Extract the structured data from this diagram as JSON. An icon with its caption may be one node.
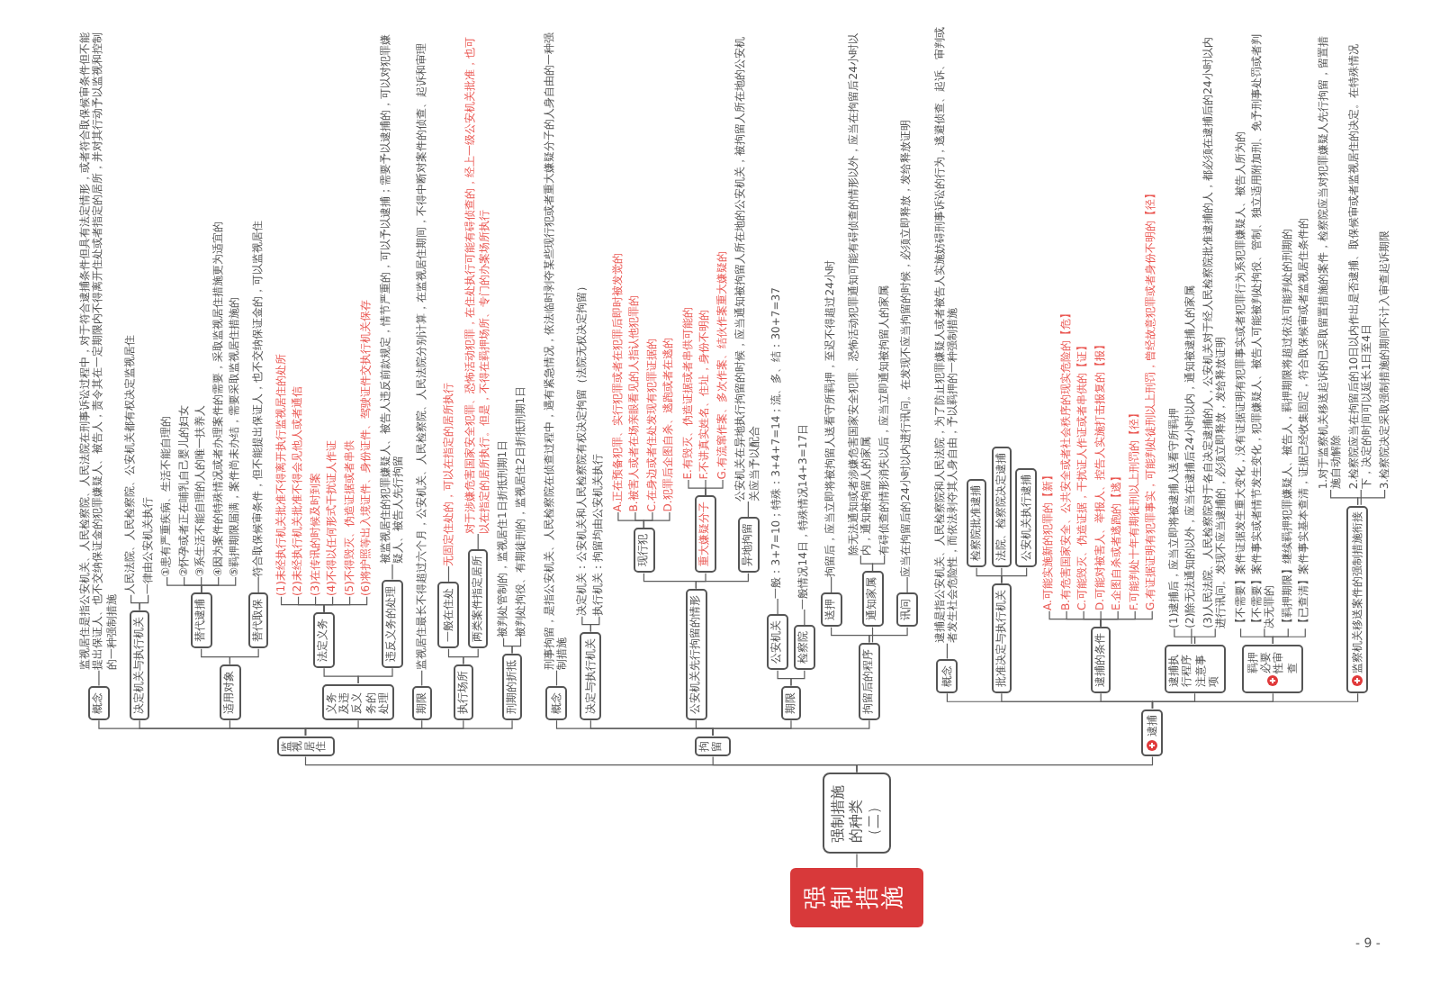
{
  "diagram": {
    "nodes": [
      {
        "text": [
          "强制措施"
        ]
      },
      {
        "text": [
          "强制措施的种类（二）"
        ]
      },
      {
        "text": [
          "监视居住"
        ]
      },
      {
        "text": [
          "概念"
        ]
      },
      {
        "text": [
          "监视居住是指公安机关、人民检察院、人民法院在刑事诉讼过程中，对于符合逮捕条件但具有法定情形，或者符合取保候审条件但不能提出保证人、也不交纳保证金的犯罪嫌疑人、被告人，责令其在一定期限内不得离开住处或者指定的居所，并对其行动予以监视和控制的一种强制措施"
        ]
      },
      {
        "text": [
          "决定机关与执行机关"
        ]
      },
      {
        "text": [
          "人民法院、人民检察院、公安机关都有权决定监视居住"
        ]
      },
      {
        "text": [
          "一律由公安机关执行"
        ]
      },
      {
        "text": [
          "适用对象"
        ]
      },
      {
        "text": [
          "替代逮捕"
        ]
      },
      {
        "text": [
          "①患有严重疾病、生活不能自理的"
        ]
      },
      {
        "text": [
          "②怀孕或者正在哺乳自己婴儿的妇女"
        ]
      },
      {
        "text": [
          "③系生活不能自理的人的唯一扶养人"
        ]
      },
      {
        "text": [
          "④因为案件的特殊情况或者办理案件的需要，采取监视居住措施更为适宜的"
        ]
      },
      {
        "text": [
          "⑤羁押期限届满，案件尚未办结，需要采取监视居住措施的"
        ]
      },
      {
        "text": [
          "替代取保"
        ]
      },
      {
        "text": [
          "符合取保候审条件，但不能提出保证人，也不交纳保证金的，可以监视居住"
        ]
      },
      {
        "text": [
          "义务及违反义务的处理"
        ]
      },
      {
        "text": [
          "法定义务"
        ]
      },
      {
        "text": [
          "(1)未经执行机关批准不得离开执行监视居住的处所"
        ]
      },
      {
        "text": [
          "(2)未经执行机关批准不得会见他人或者通信"
        ]
      },
      {
        "text": [
          "(3)在传讯的时候及时到案"
        ]
      },
      {
        "text": [
          "(4)不得以任何形式干扰证人作证"
        ]
      },
      {
        "text": [
          "(5)不得毁灭、伪造证据或者串供"
        ]
      },
      {
        "text": [
          "(6)将护照等出入境证件、身份证件、驾驶证件交执行机关保存"
        ]
      },
      {
        "text": [
          "违反义务的处理"
        ]
      },
      {
        "text": [
          "被监视居住的犯罪嫌疑人、被告人违反前款规定，情节严重的，可以予以逮捕；需要予以逮捕的，可以对犯罪嫌疑人、被告人先行拘留"
        ]
      },
      {
        "text": [
          "期限"
        ]
      },
      {
        "text": [
          "监视居住最长不得超过六个月，公安机关、人民检察院、人民法院分别计算，在监视居住期间，不得中断对案件的侦查、起诉和审理"
        ]
      },
      {
        "text": [
          "执行场所"
        ]
      },
      {
        "text": [
          "一般在住处"
        ]
      },
      {
        "text": [
          "无固定住处的，可以在指定的居所执行"
        ]
      },
      {
        "text": [
          "两类案件指定居所"
        ]
      },
      {
        "text": [
          "对于涉嫌危害国家安全犯罪、恐怖活动犯罪，在住处执行可能有碍侦查的，经上一级公安机关批准，也可以在指定的居所执行。但是，不得在羁押场所、专门的办案场所执行"
        ]
      },
      {
        "text": [
          "刑期的折抵"
        ]
      },
      {
        "text": [
          "被判处管制的，监视居住1日折抵刑期1日"
        ]
      },
      {
        "text": [
          "被判处拘役、有期徒刑的，监视居住2日折抵刑期1日"
        ]
      },
      {
        "text": [
          "拘留"
        ]
      },
      {
        "text": [
          "概念"
        ]
      },
      {
        "text": [
          "刑事拘留，是指公安机关、人民检察院在侦查过程中，遇有紧急情况，依法临时剥夺某些现行犯或者重大嫌疑分子的人身自由的一种强制措施"
        ]
      },
      {
        "text": [
          "决定与执行机关"
        ]
      },
      {
        "text": [
          "决定机关：公安机关和人民检察院有权决定拘留（法院无权决定拘留）"
        ]
      },
      {
        "text": [
          "执行机关：拘留均由公安机关执行"
        ]
      },
      {
        "text": [
          "公安机关先行拘留的情形"
        ]
      },
      {
        "text": [
          "现行犯"
        ]
      },
      {
        "text": [
          "A.正在预备犯罪、实行犯罪或者在犯罪后即时被发觉的"
        ]
      },
      {
        "text": [
          "B.被害人或者在场亲眼看见的人指认他犯罪的"
        ]
      },
      {
        "text": [
          "C.在身边或者住处发现有犯罪证据的"
        ]
      },
      {
        "text": [
          "D.犯罪后企图自杀、逃跑或者在逃的"
        ]
      },
      {
        "text": [
          "重大嫌疑分子"
        ]
      },
      {
        "text": [
          "E.有毁灭、伪造证据或者串供可能的"
        ]
      },
      {
        "text": [
          "F.不讲真实姓名、住址，身份不明的"
        ]
      },
      {
        "text": [
          "G.有流窜作案、多次作案、结伙作案重大嫌疑的"
        ]
      },
      {
        "text": [
          "异地拘留"
        ]
      },
      {
        "text": [
          "公安机关在异地执行拘留的时候，应当通知被拘留人所在地的公安机关，被拘留人所在地的公安机关应当予以配合"
        ]
      },
      {
        "text": [
          "期限"
        ]
      },
      {
        "text": [
          "公安机关"
        ]
      },
      {
        "text": [
          "一般：3+7=10；特殊：3+4+7=14；流、多、结：30+7=37"
        ]
      },
      {
        "text": [
          "检察院"
        ]
      },
      {
        "text": [
          "一般情况14日，特殊情况14+3=17日"
        ]
      },
      {
        "text": [
          "拘留后的程序"
        ]
      },
      {
        "text": [
          "送押"
        ]
      },
      {
        "text": [
          "拘留后，应当立即将被拘留人送看守所羁押，至迟不得超过24小时"
        ]
      },
      {
        "text": [
          "通知家属"
        ]
      },
      {
        "text": [
          "除无法通知或者涉嫌危害国家安全犯罪、恐怖活动犯罪通知可能有碍侦查的情形以外，应当在拘留后24小时以内，通知被拘留人的家属"
        ]
      },
      {
        "text": [
          "有碍侦查的情形消失以后，应当立即通知被拘留人的家属"
        ]
      },
      {
        "text": [
          "讯问"
        ]
      },
      {
        "text": [
          "应当在拘留后的24小时以内进行讯问。在发现不应当拘留的时候，必须立即释放，发给释放证明"
        ]
      },
      {
        "text": [
          "逮捕"
        ]
      },
      {
        "text": [
          "概念"
        ]
      },
      {
        "text": [
          "逮捕是指公安机关、人民检察院和人民法院，为了防止犯罪嫌疑人或者被告人实施妨碍刑事诉讼的行为，逃避侦查、起诉、审判或者发生社会危险性，而依法剥夺其人身自由，予以羁押的一种强制措施"
        ]
      },
      {
        "text": [
          "批准决定与执行机关"
        ]
      },
      {
        "text": [
          "检察院批准逮捕"
        ]
      },
      {
        "text": [
          "法院、检察院决定逮捕"
        ]
      },
      {
        "text": [
          "公安机关执行逮捕"
        ]
      },
      {
        "text": [
          "逮捕的条件"
        ]
      },
      {
        "text": [
          "A.可能实施新的犯罪的【新】"
        ]
      },
      {
        "text": [
          "B.有危害国家安全、公共安全或者社会秩序的现实危险的【危】"
        ]
      },
      {
        "text": [
          "C.可能毁灭、伪造证据，干扰证人作证或者串供的【证】"
        ]
      },
      {
        "text": [
          "D.可能对被害人、举报人、控告人实施打击报复的【报】"
        ]
      },
      {
        "text": [
          "E.企图自杀或者逃跑的【逃】"
        ]
      },
      {
        "text": [
          "F.可能判处十年有期徒刑以上刑罚的【径】"
        ]
      },
      {
        "text": [
          "G.有证据证明有犯罪事实，可能判处徒刑以上刑罚，曾经故意犯罪或者身份不明的【径】"
        ]
      },
      {
        "text": [
          "逮捕执行程序注意事项"
        ]
      },
      {
        "text": [
          "(1)逮捕后，应当立即将被逮捕人送看守所羁押"
        ]
      },
      {
        "text": [
          "(2)除无法通知的以外，应当在逮捕后24小时以内，通知被逮捕人的家属"
        ]
      },
      {
        "text": [
          "(3)人民法院、人民检察院对于各自决定逮捕的人，公安机关对于经人民检察院批准逮捕的人，都必须在逮捕后的24小时以内进行讯问。发现不应当逮捕的，必须立即释放，发给释放证明"
        ]
      },
      {
        "text": [
          "羁押必要性审查"
        ]
      },
      {
        "text": [
          "【不需要】案件证据发生重大变化，没有证据证明有犯罪事实或者犯罪行为系犯罪嫌疑人、被告人所为的"
        ]
      },
      {
        "text": [
          "【不需要】案件事实或者情节发生变化，犯罪嫌疑人、被告人可能被判处拘役、管制、独立适用附加刑、免予刑事处罚或者判决无罪的"
        ]
      },
      {
        "text": [
          "【羁押期限】继续羁押犯罪嫌疑人、被告人，羁押期限将超过依法可能判处的刑期的"
        ]
      },
      {
        "text": [
          "【已查清】案件事实基本查清，证据已经收集固定，符合取保候审或者监视居住条件的"
        ]
      },
      {
        "text": [
          "监察机关移送案件的强制措施衔接"
        ]
      },
      {
        "text": [
          "1.对于监察机关移送起诉的已采取留置措施的案件，检察院应当对犯罪嫌疑人先行拘留，留置措施自动解除"
        ]
      },
      {
        "text": [
          "2.检察院应当在拘留后的10日以内作出是否逮捕、取保候审或者监视居住的决定。在特殊情况下，决定的时间可以延长1日至4日"
        ]
      },
      {
        "text": [
          "3.检察院决定采取强制措施的期间不计入审查起诉期限"
        ]
      }
    ],
    "edges": [
      {
        "from": 0,
        "to": 1,
        "arrow": "none"
      },
      {
        "from": 1,
        "to": 2,
        "arrow": "none"
      },
      {
        "from": 2,
        "to": 3,
        "arrow": "none"
      },
      {
        "from": 3,
        "to": 4,
        "arrow": "none"
      },
      {
        "from": 2,
        "to": 5,
        "arrow": "none"
      },
      {
        "from": 5,
        "to": 6,
        "arrow": "none"
      },
      {
        "from": 5,
        "to": 7,
        "arrow": "none"
      },
      {
        "from": 2,
        "to": 8,
        "arrow": "none"
      },
      {
        "from": 8,
        "to": 9,
        "arrow": "none"
      },
      {
        "from": 9,
        "to": 10,
        "arrow": "none"
      },
      {
        "from": 9,
        "to": 11,
        "arrow": "none"
      },
      {
        "from": 9,
        "to": 12,
        "arrow": "none"
      },
      {
        "from": 9,
        "to": 13,
        "arrow": "none"
      },
      {
        "from": 9,
        "to": 14,
        "arrow": "none"
      },
      {
        "from": 8,
        "to": 15,
        "arrow": "none"
      },
      {
        "from": 15,
        "to": 16,
        "arrow": "none"
      },
      {
        "from": 2,
        "to": 17,
        "arrow": "none"
      },
      {
        "from": 17,
        "to": 18,
        "arrow": "none"
      },
      {
        "from": 18,
        "to": 19,
        "arrow": "none"
      },
      {
        "from": 18,
        "to": 20,
        "arrow": "none"
      },
      {
        "from": 18,
        "to": 21,
        "arrow": "none"
      },
      {
        "from": 18,
        "to": 22,
        "arrow": "none"
      },
      {
        "from": 18,
        "to": 23,
        "arrow": "none"
      },
      {
        "from": 18,
        "to": 24,
        "arrow": "none"
      },
      {
        "from": 17,
        "to": 25,
        "arrow": "none"
      },
      {
        "from": 25,
        "to": 26,
        "arrow": "none"
      },
      {
        "from": 2,
        "to": 27,
        "arrow": "none"
      },
      {
        "from": 27,
        "to": 28,
        "arrow": "none"
      },
      {
        "from": 2,
        "to": 29,
        "arrow": "none"
      },
      {
        "from": 29,
        "to": 30,
        "arrow": "none"
      },
      {
        "from": 30,
        "to": 31,
        "arrow": "none"
      },
      {
        "from": 29,
        "to": 32,
        "arrow": "none"
      },
      {
        "from": 32,
        "to": 33,
        "arrow": "none"
      },
      {
        "from": 2,
        "to": 34,
        "arrow": "none"
      },
      {
        "from": 34,
        "to": 35,
        "arrow": "none"
      },
      {
        "from": 34,
        "to": 36,
        "arrow": "none"
      },
      {
        "from": 1,
        "to": 37,
        "arrow": "none"
      },
      {
        "from": 37,
        "to": 38,
        "arrow": "none"
      },
      {
        "from": 38,
        "to": 39,
        "arrow": "none"
      },
      {
        "from": 37,
        "to": 40,
        "arrow": "none"
      },
      {
        "from": 40,
        "to": 41,
        "arrow": "none"
      },
      {
        "from": 40,
        "to": 42,
        "arrow": "none"
      },
      {
        "from": 37,
        "to": 43,
        "arrow": "none"
      },
      {
        "from": 43,
        "to": 44,
        "arrow": "none"
      },
      {
        "from": 44,
        "to": 45,
        "arrow": "none"
      },
      {
        "from": 44,
        "to": 46,
        "arrow": "none"
      },
      {
        "from": 44,
        "to": 47,
        "arrow": "none"
      },
      {
        "from": 44,
        "to": 48,
        "arrow": "none"
      },
      {
        "from": 43,
        "to": 49,
        "arrow": "none"
      },
      {
        "from": 49,
        "to": 50,
        "arrow": "none"
      },
      {
        "from": 49,
        "to": 51,
        "arrow": "none"
      },
      {
        "from": 49,
        "to": 52,
        "arrow": "none"
      },
      {
        "from": 43,
        "to": 53,
        "arrow": "none"
      },
      {
        "from": 53,
        "to": 54,
        "arrow": "none"
      },
      {
        "from": 37,
        "to": 55,
        "arrow": "none"
      },
      {
        "from": 55,
        "to": 56,
        "arrow": "none"
      },
      {
        "from": 56,
        "to": 57,
        "arrow": "none"
      },
      {
        "from": 55,
        "to": 58,
        "arrow": "none"
      },
      {
        "from": 58,
        "to": 59,
        "arrow": "none"
      },
      {
        "from": 37,
        "to": 60,
        "arrow": "none"
      },
      {
        "from": 60,
        "to": 61,
        "arrow": "none"
      },
      {
        "from": 61,
        "to": 62,
        "arrow": "none"
      },
      {
        "from": 60,
        "to": 63,
        "arrow": "none"
      },
      {
        "from": 63,
        "to": 64,
        "arrow": "none"
      },
      {
        "from": 63,
        "to": 65,
        "arrow": "none"
      },
      {
        "from": 60,
        "to": 66,
        "arrow": "none"
      },
      {
        "from": 66,
        "to": 67,
        "arrow": "none"
      },
      {
        "from": 1,
        "to": 68,
        "arrow": "none"
      },
      {
        "from": 68,
        "to": 69,
        "arrow": "none"
      },
      {
        "from": 69,
        "to": 70,
        "arrow": "none"
      },
      {
        "from": 68,
        "to": 71,
        "arrow": "none"
      },
      {
        "from": 71,
        "to": 72,
        "arrow": "none"
      },
      {
        "from": 71,
        "to": 73,
        "arrow": "none"
      },
      {
        "from": 71,
        "to": 74,
        "arrow": "none"
      },
      {
        "from": 68,
        "to": 75,
        "arrow": "none"
      },
      {
        "from": 75,
        "to": 76,
        "arrow": "none"
      },
      {
        "from": 75,
        "to": 77,
        "arrow": "none"
      },
      {
        "from": 75,
        "to": 78,
        "arrow": "none"
      },
      {
        "from": 75,
        "to": 79,
        "arrow": "none"
      },
      {
        "from": 75,
        "to": 80,
        "arrow": "none"
      },
      {
        "from": 75,
        "to": 81,
        "arrow": "none"
      },
      {
        "from": 75,
        "to": 82,
        "arrow": "none"
      },
      {
        "from": 68,
        "to": 83,
        "arrow": "none"
      },
      {
        "from": 83,
        "to": 84,
        "arrow": "none"
      },
      {
        "from": 83,
        "to": 85,
        "arrow": "none"
      },
      {
        "from": 83,
        "to": 86,
        "arrow": "none"
      },
      {
        "from": 68,
        "to": 87,
        "arrow": "none"
      },
      {
        "from": 87,
        "to": 88,
        "arrow": "none"
      },
      {
        "from": 87,
        "to": 89,
        "arrow": "none"
      },
      {
        "from": 87,
        "to": 90,
        "arrow": "none"
      },
      {
        "from": 87,
        "to": 91,
        "arrow": "none"
      },
      {
        "from": 68,
        "to": 92,
        "arrow": "none"
      },
      {
        "from": 92,
        "to": 93,
        "arrow": "none"
      },
      {
        "from": 92,
        "to": 94,
        "arrow": "none"
      },
      {
        "from": 92,
        "to": 95,
        "arrow": "none"
      }
    ],
    "labels": [
      "- 9 -"
    ]
  }
}
